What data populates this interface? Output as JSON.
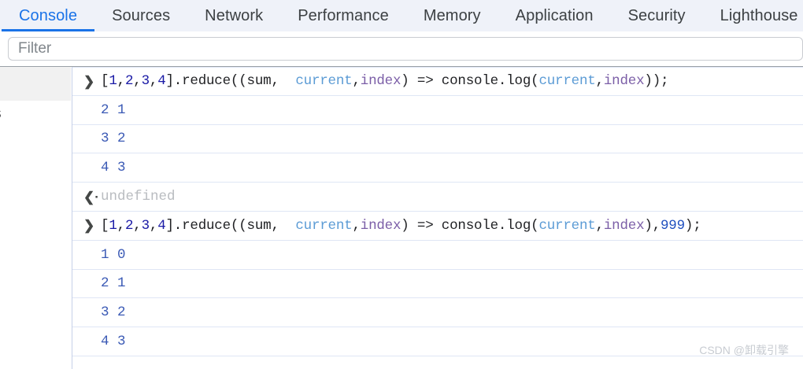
{
  "tabs": [
    {
      "label": "Console",
      "active": true
    },
    {
      "label": "Sources",
      "active": false
    },
    {
      "label": "Network",
      "active": false
    },
    {
      "label": "Performance",
      "active": false
    },
    {
      "label": "Memory",
      "active": false
    },
    {
      "label": "Application",
      "active": false
    },
    {
      "label": "Security",
      "active": false
    },
    {
      "label": "Lighthouse",
      "active": false
    }
  ],
  "toolbar": {
    "filter_placeholder": "Filter",
    "filter_value": ""
  },
  "sidebar": {
    "clipped_label": "s"
  },
  "console": {
    "prompt_glyph": "❯",
    "return_glyph": "❮·",
    "rows": [
      {
        "kind": "input",
        "marker": "prompt",
        "tokens": [
          {
            "t": "[",
            "c": "plain"
          },
          {
            "t": "1",
            "c": "num"
          },
          {
            "t": ",",
            "c": "plain"
          },
          {
            "t": "2",
            "c": "num"
          },
          {
            "t": ",",
            "c": "plain"
          },
          {
            "t": "3",
            "c": "num"
          },
          {
            "t": ",",
            "c": "plain"
          },
          {
            "t": "4",
            "c": "num"
          },
          {
            "t": "].reduce((",
            "c": "plain"
          },
          {
            "t": "sum",
            "c": "plain"
          },
          {
            "t": ", ",
            "c": "plain"
          },
          {
            "t": " current",
            "c": "param"
          },
          {
            "t": ",",
            "c": "plain"
          },
          {
            "t": "index",
            "c": "param2"
          },
          {
            "t": ") => console.log(",
            "c": "plain"
          },
          {
            "t": "current",
            "c": "param"
          },
          {
            "t": ",",
            "c": "plain"
          },
          {
            "t": "index",
            "c": "param2"
          },
          {
            "t": "));",
            "c": "plain"
          }
        ],
        "text": "[1,2,3,4].reduce((sum,  current,index) => console.log(current,index));"
      },
      {
        "kind": "output",
        "marker": "none",
        "text": "2 1"
      },
      {
        "kind": "output",
        "marker": "none",
        "text": "3 2"
      },
      {
        "kind": "output",
        "marker": "none",
        "text": "4 3"
      },
      {
        "kind": "result",
        "marker": "return",
        "text": "undefined"
      },
      {
        "kind": "input",
        "marker": "prompt",
        "tokens": [
          {
            "t": "[",
            "c": "plain"
          },
          {
            "t": "1",
            "c": "num"
          },
          {
            "t": ",",
            "c": "plain"
          },
          {
            "t": "2",
            "c": "num"
          },
          {
            "t": ",",
            "c": "plain"
          },
          {
            "t": "3",
            "c": "num"
          },
          {
            "t": ",",
            "c": "plain"
          },
          {
            "t": "4",
            "c": "num"
          },
          {
            "t": "].reduce((",
            "c": "plain"
          },
          {
            "t": "sum",
            "c": "plain"
          },
          {
            "t": ", ",
            "c": "plain"
          },
          {
            "t": " current",
            "c": "param"
          },
          {
            "t": ",",
            "c": "plain"
          },
          {
            "t": "index",
            "c": "param2"
          },
          {
            "t": ") => console.log(",
            "c": "plain"
          },
          {
            "t": "current",
            "c": "param"
          },
          {
            "t": ",",
            "c": "plain"
          },
          {
            "t": "index",
            "c": "param2"
          },
          {
            "t": "),",
            "c": "plain"
          },
          {
            "t": "999",
            "c": "arg"
          },
          {
            "t": ");",
            "c": "plain"
          }
        ],
        "text": "[1,2,3,4].reduce((sum,  current,index) => console.log(current,index),999);"
      },
      {
        "kind": "output",
        "marker": "none",
        "text": "1 0"
      },
      {
        "kind": "output",
        "marker": "none",
        "text": "2 1"
      },
      {
        "kind": "output",
        "marker": "none",
        "text": "3 2"
      },
      {
        "kind": "output",
        "marker": "none",
        "text": "4 3"
      }
    ]
  },
  "watermark": {
    "text": "CSDN @卸载引擎"
  },
  "colors": {
    "accent": "#1a73e8",
    "tabbar_bg": "#eff2f9",
    "row_separator": "#dfe6f5",
    "output_value": "#3b5ab5",
    "undefined_text": "#b9bcc0"
  }
}
